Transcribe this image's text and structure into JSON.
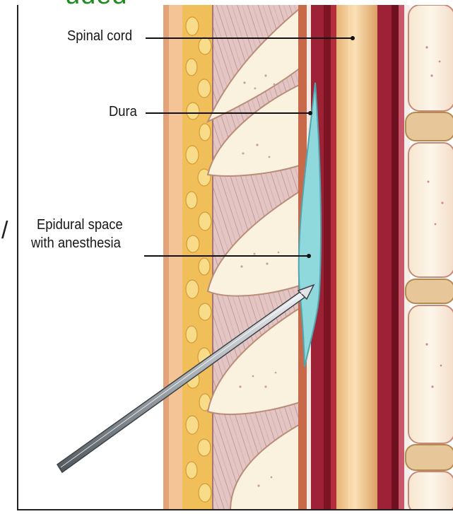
{
  "slide": {
    "title_fragment": "uded",
    "side_mark": "/"
  },
  "diagram": {
    "labels": {
      "spinal_cord": "Spinal cord",
      "dura": "Dura",
      "epidural_line1": "Epidural space",
      "epidural_line2": "with anesthesia"
    },
    "colors": {
      "spinal_cord": "#f0c58c",
      "dura_red": "#8b1a2a",
      "anesthesia": "#8fd8dc",
      "fat": "#f2c460",
      "vertebra": "#fbf1df",
      "muscle": "#e0c4c4",
      "skin": "#d98c55",
      "needle": "#8f969c"
    },
    "icons": [
      "needle-icon"
    ]
  }
}
